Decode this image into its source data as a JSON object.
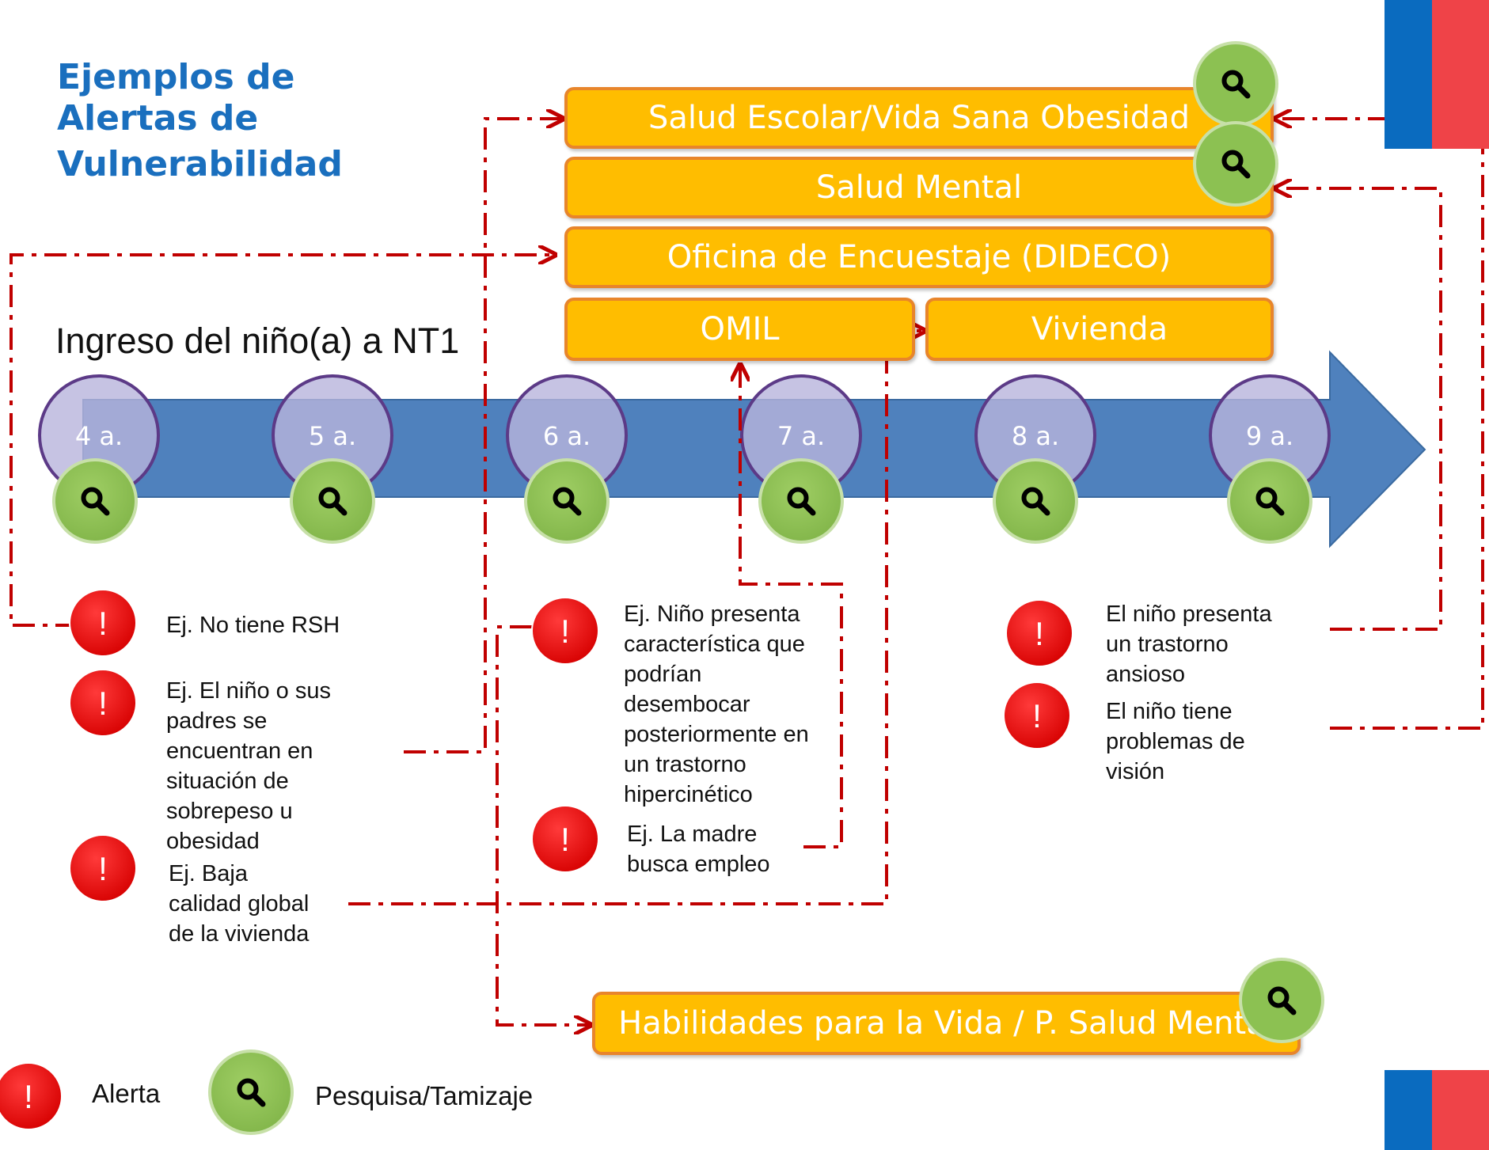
{
  "title": {
    "line1": "Ejemplos de",
    "line2": "Alertas de",
    "line3": "Vulnerabilidad"
  },
  "subtitle": "Ingreso del niño(a) a NT1",
  "services": {
    "salud_escolar": "Salud Escolar/Vida Sana Obesidad",
    "salud_mental": "Salud Mental",
    "dideco": "Oficina de Encuestaje (DIDECO)",
    "omil": "OMIL",
    "vivienda": "Vivienda",
    "habilidades": "Habilidades para la Vida / P. Salud Mental"
  },
  "ages": [
    "4 a.",
    "5 a.",
    "6 a.",
    "7 a.",
    "8 a.",
    "9 a."
  ],
  "alerts": {
    "rsh": "Ej. No tiene RSH",
    "sobrepeso": [
      "Ej. El niño o sus",
      "padres se",
      "encuentran en",
      "situación de",
      "sobrepeso u",
      "obesidad"
    ],
    "vivienda": [
      "Ej. Baja",
      "calidad global",
      "de la vivienda"
    ],
    "hipercinetico": [
      "Ej. Niño presenta",
      "característica que",
      "podrían",
      "desembocar",
      "posteriormente en",
      "un trastorno",
      "hipercinético"
    ],
    "empleo": [
      "Ej. La madre",
      "busca empleo"
    ],
    "ansioso": [
      "El niño presenta",
      "un trastorno",
      "ansioso"
    ],
    "vision": [
      "El niño tiene",
      "problemas de",
      "visión"
    ]
  },
  "icons": {
    "alert": "exclamation-icon",
    "screening": "magnifier-icon"
  },
  "alert_symbol": "!",
  "legend": {
    "alerta": "Alerta",
    "pesquisa": "Pesquisa/Tamizaje"
  },
  "colors": {
    "title": "#1a6fbe",
    "box_fill": "#ffbd00",
    "box_border": "#e8852b",
    "arrow": "#4f81bd",
    "alert": "#e00000",
    "search": "#8cc152",
    "connector": "#c00000",
    "flag_blue": "#0a6bbf",
    "flag_red": "#ef4348"
  }
}
